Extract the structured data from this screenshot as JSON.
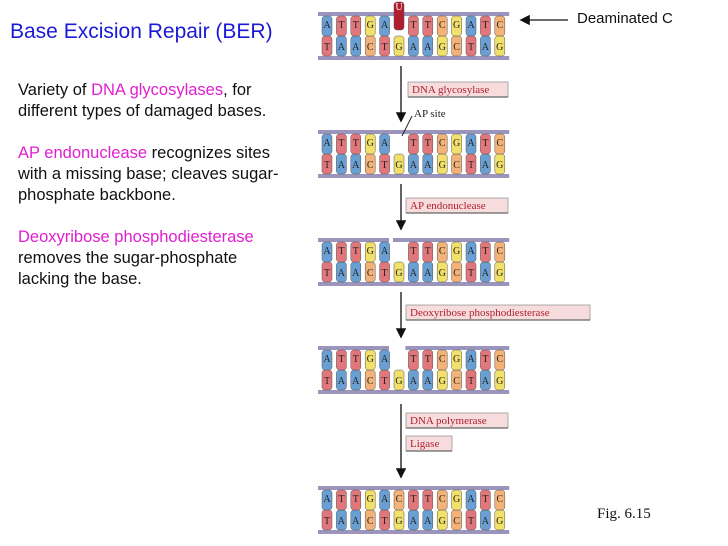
{
  "title": "Base Excision Repair (BER)",
  "callout": "Deaminated C",
  "figure_label": "Fig. 6.15",
  "paragraphs": [
    {
      "highlight": "DNA glycosylases",
      "pre": "Variety of ",
      "post": ", for different types of damaged bases."
    },
    {
      "highlight": "AP endonuclease",
      "pre": "",
      "post": " recognizes sites with a missing base; cleaves sugar-phosphate backbone."
    },
    {
      "highlight": "Deoxyribose phosphodiesterase",
      "pre": "",
      "post": " removes the sugar-phosphate lacking the base."
    }
  ],
  "ap_site_label": "AP site",
  "enzymes": [
    {
      "label": "DNA glycosylase"
    },
    {
      "label": "AP endonuclease"
    },
    {
      "label": "Deoxyribose phosphodiesterase"
    },
    {
      "label": "DNA polymerase"
    },
    {
      "label": "Ligase"
    }
  ],
  "strands": {
    "top": [
      "A",
      "T",
      "T",
      "G",
      "A",
      "U",
      "T",
      "T",
      "C",
      "G",
      "A",
      "T",
      "C"
    ],
    "bottom": [
      "T",
      "A",
      "A",
      "C",
      "T",
      "G",
      "A",
      "A",
      "G",
      "C",
      "T",
      "A",
      "G"
    ],
    "repaired_top": [
      "A",
      "T",
      "T",
      "G",
      "A",
      "C",
      "T",
      "T",
      "C",
      "G",
      "A",
      "T",
      "C"
    ]
  },
  "colors": {
    "A": "#6a9fd4",
    "T": "#e2777b",
    "G": "#f1e06a",
    "C": "#f3b278",
    "U": "#b01e2e",
    "backbone": "#9b94bd",
    "text_blue": "#1a1ad6",
    "text_magenta": "#e01fd0",
    "enzyme_box": "#f6dcdc"
  }
}
